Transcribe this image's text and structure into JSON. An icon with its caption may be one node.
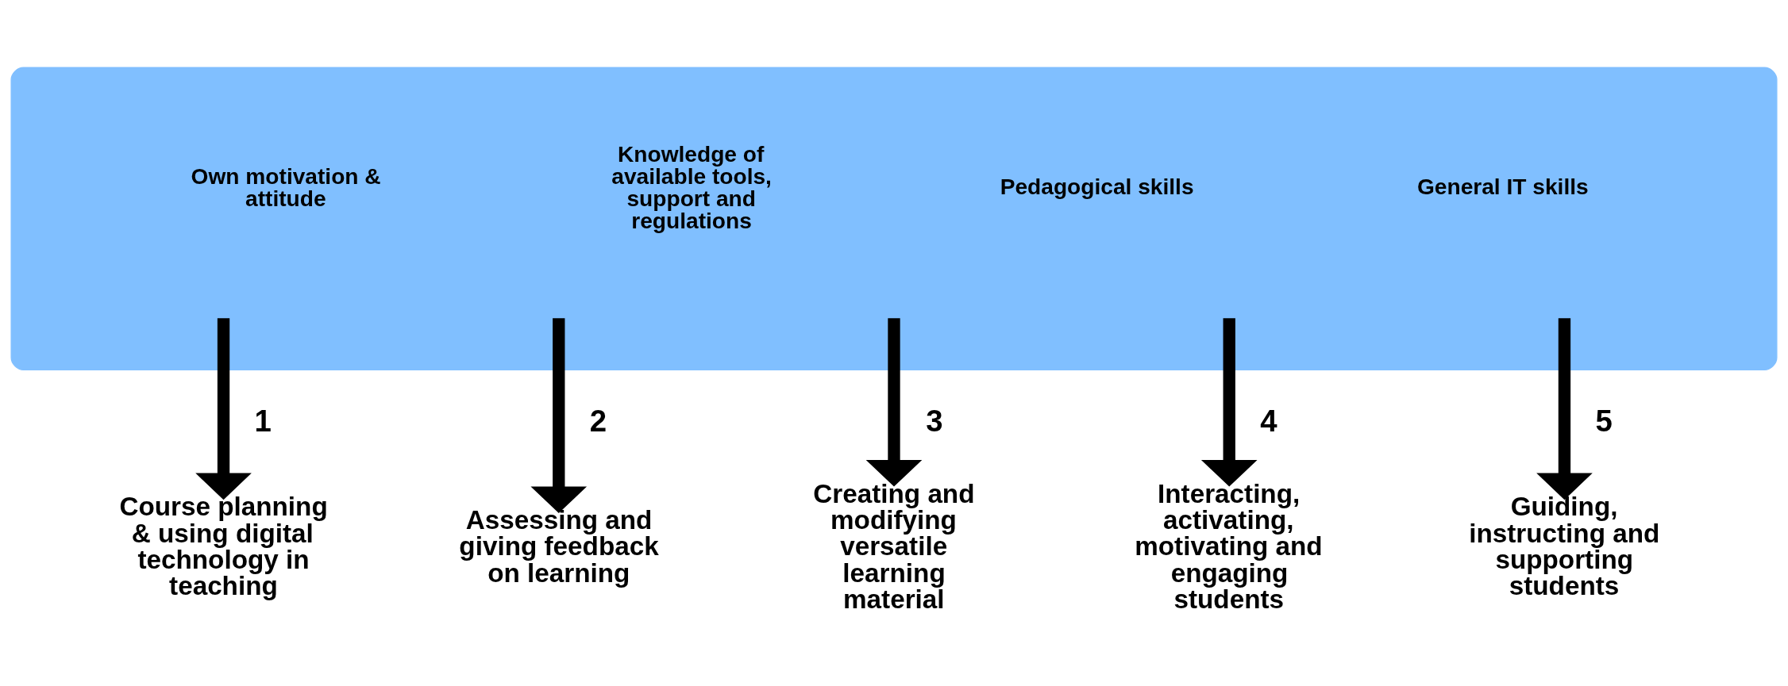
{
  "diagram": {
    "nodes": [
      {
        "text": [
          "Own motivation & attitude",
          "Knowledge of available tools, support and regulations",
          "Pedagogical skills",
          "General IT skills"
        ]
      },
      {
        "text": [
          "Course planning & using digital technology in teaching"
        ]
      },
      {
        "text": [
          "Assessing and giving feedback on learning"
        ]
      },
      {
        "text": [
          "Creating and modifying versatile learning material"
        ]
      },
      {
        "text": [
          "Interacting, activating, motivating and engaging students"
        ]
      },
      {
        "text": [
          "Guiding, instructing and supporting students"
        ]
      }
    ],
    "edges": [
      {
        "from": 0,
        "to": 1,
        "arrow": "to",
        "label": "1"
      },
      {
        "from": 0,
        "to": 2,
        "arrow": "to",
        "label": "2"
      },
      {
        "from": 0,
        "to": 3,
        "arrow": "to",
        "label": "3"
      },
      {
        "from": 0,
        "to": 4,
        "arrow": "to",
        "label": "4"
      },
      {
        "from": 0,
        "to": 5,
        "arrow": "to",
        "label": "5"
      }
    ]
  }
}
